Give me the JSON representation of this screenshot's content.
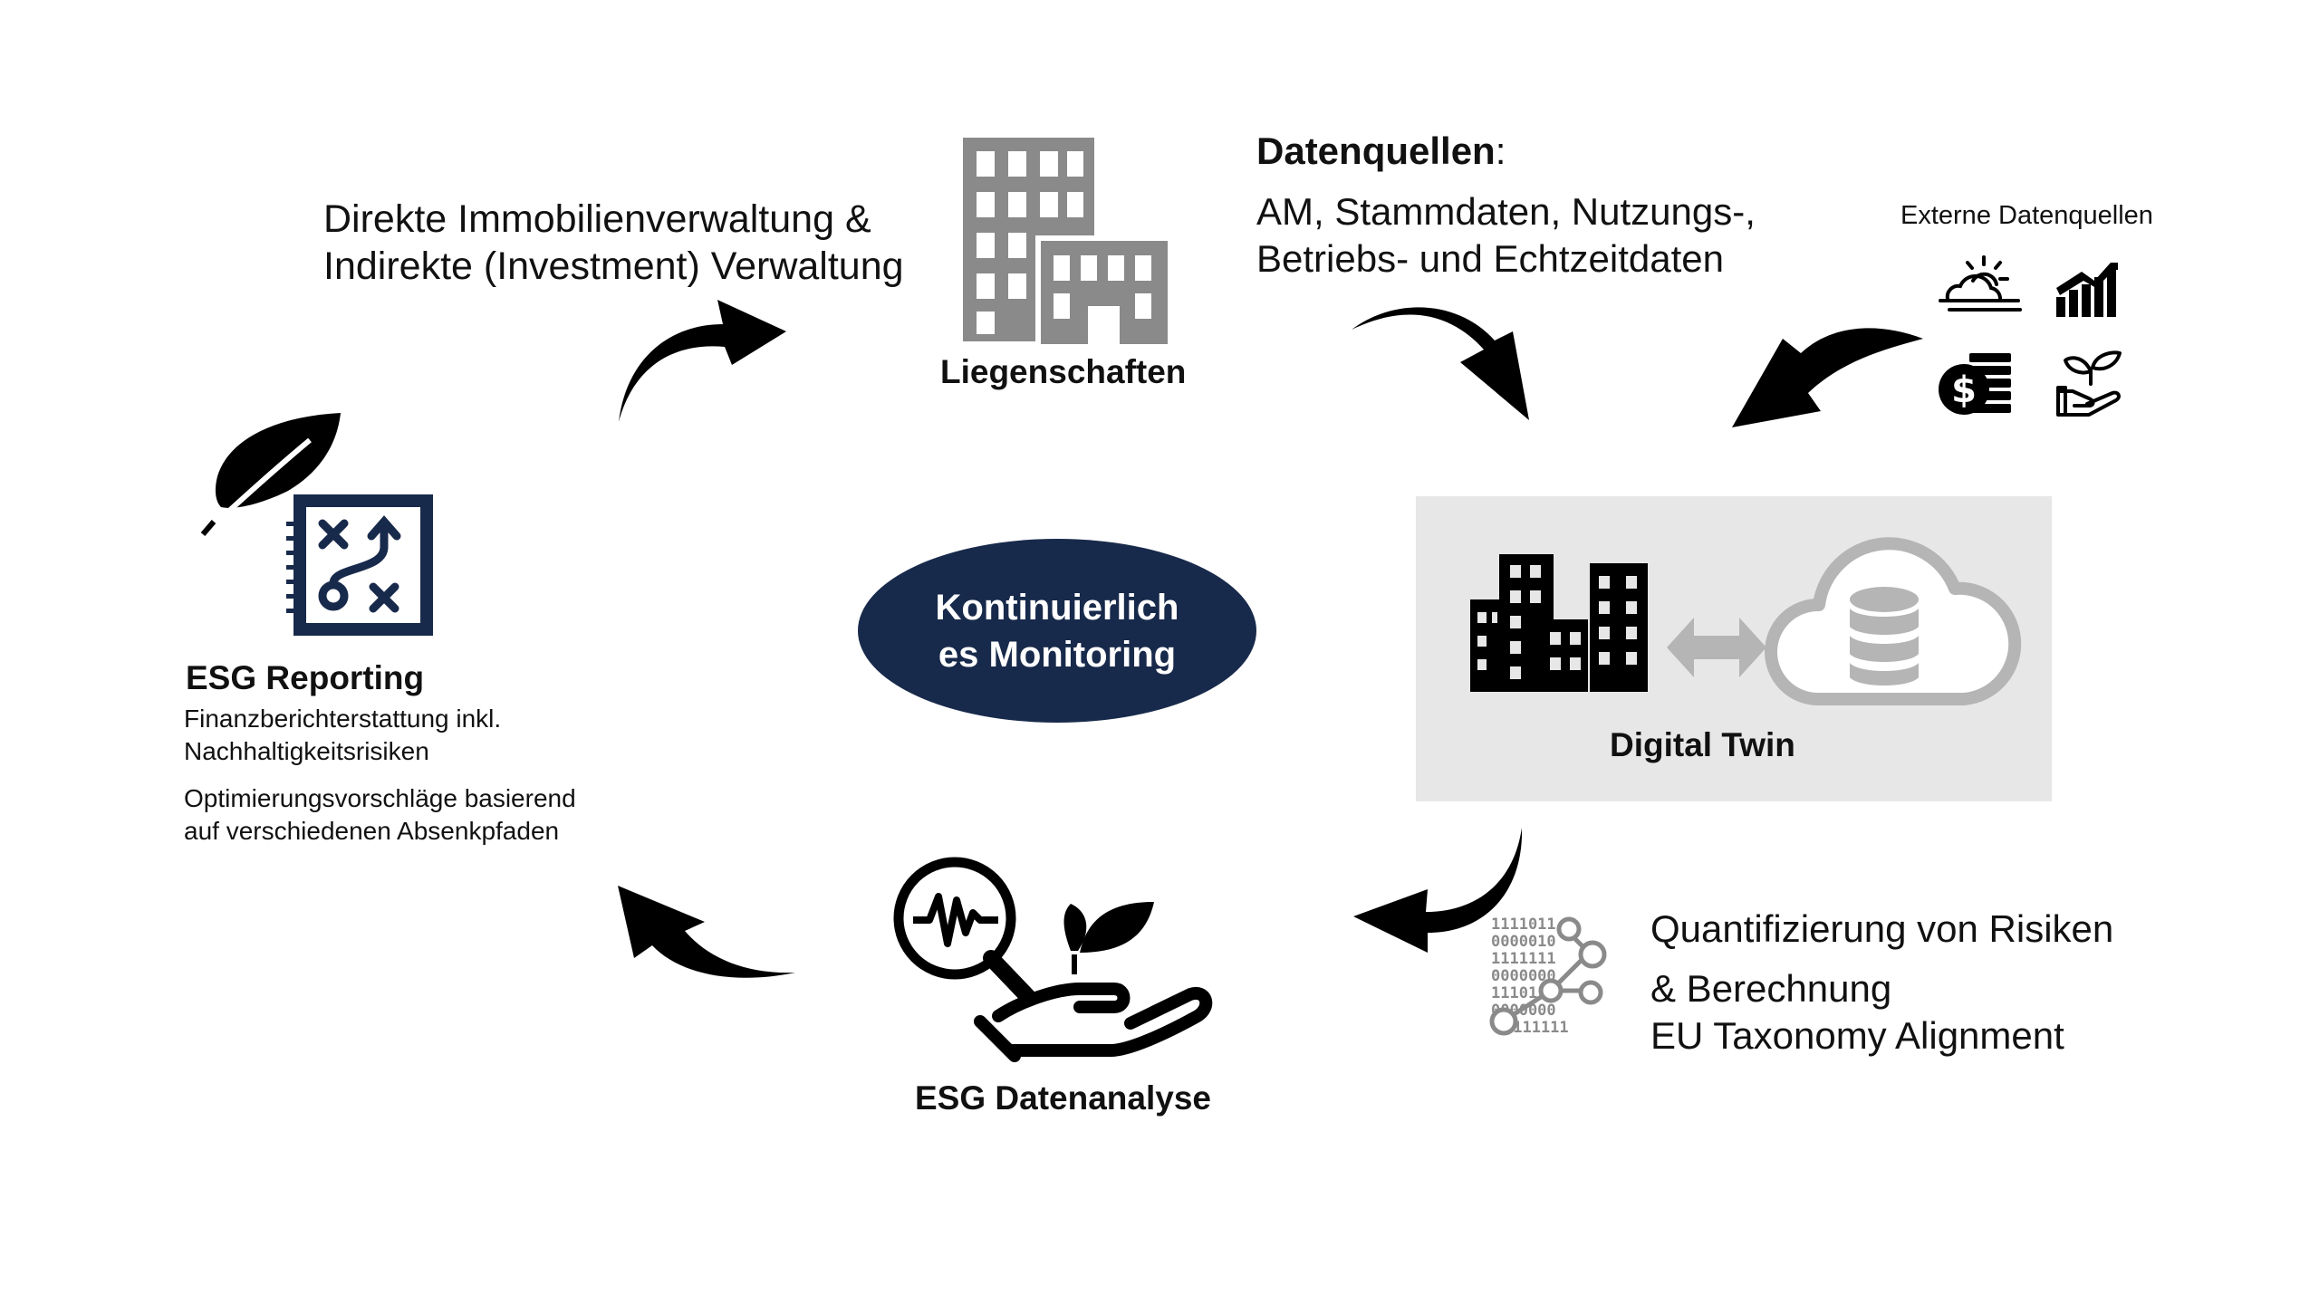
{
  "top_left": {
    "line1": "Direkte Immobilienverwaltung &",
    "line2": "Indirekte (Investment) Verwaltung"
  },
  "liegenschaften": {
    "label": "Liegenschaften"
  },
  "datenquellen": {
    "title": "Datenquellen",
    "title_suffix": ":",
    "line1": "AM, Stammdaten, Nutzungs-,",
    "line2": "Betriebs- und Echtzeitdaten"
  },
  "externe": {
    "label": "Externe Datenquellen"
  },
  "center": {
    "line1": "Kontinuierlich",
    "line2": "es Monitoring"
  },
  "digital_twin": {
    "label": "Digital Twin"
  },
  "esg_reporting": {
    "title": "ESG Reporting",
    "line1": "Finanzberichterstattung inkl.",
    "line2": "Nachhaltigkeitsrisiken",
    "line3": "Optimierungsvorschläge basierend",
    "line4": "auf verschiedenen Absenkpfaden"
  },
  "quantifizierung": {
    "line1": "Quantifizierung von Risiken",
    "line2": "& Berechnung",
    "line3": "EU Taxonomy Alignment"
  },
  "esg_datenanalyse": {
    "label": "ESG Datenanalyse"
  },
  "binary_rows": [
    "1111011",
    "0000010",
    "1111111",
    "0000000",
    "111011",
    "0000000",
    "0111111"
  ],
  "colors": {
    "navy": "#182a4b",
    "gray": "#8a8a8a",
    "black": "#000000",
    "box": "#e7e7e7",
    "lightgray": "#b5b5b5"
  }
}
